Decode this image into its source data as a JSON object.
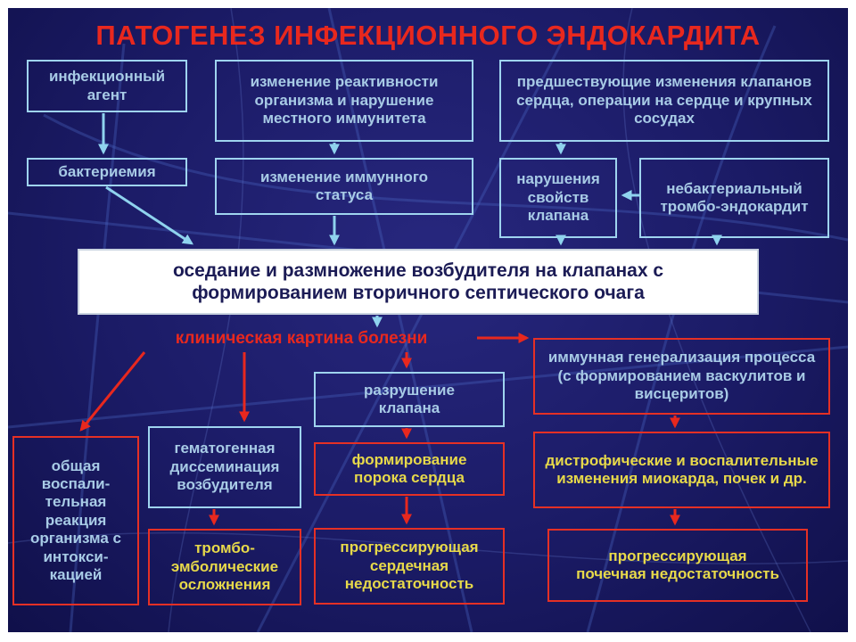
{
  "title": "ПАТОГЕНЕЗ ИНФЕКЦИОННОГО ЭНДОКАРДИТА",
  "boxes": {
    "infectious_agent": "инфекционный агент",
    "reactivity_change": "изменение реактивности организма и нарушение местного иммунитета",
    "prior_valve_changes": "предшествующие изменения клапанов сердца, операции на сердце и крупных сосудах",
    "bacteremia": "бактериемия",
    "immune_status": "изменение иммунного статуса",
    "valve_disorder": "нарушения свойств клапана",
    "nonbacterial": "небактериальный тромбо-эндокардит",
    "main": "оседание и размножение возбудителя на клапанах с формированием вторичного септического очага",
    "immune_generalization": "иммунная генерализация процесса (с формированием васкулитов и висцеритов)",
    "valve_destruction": "разрушение клапана",
    "general_reaction": "общая воспали-тельная реакция организма с интокси-кацией",
    "hematogenous": "гематогенная диссеминация возбудителя",
    "heart_defect": "формирование порока сердца",
    "dystrophic": "дистрофические и воспалительные изменения миокарда, почек и др.",
    "thromboembolic": "тромбо-эмболические осложнения",
    "heart_failure": "прогрессирующая сердечная недостаточность",
    "renal_failure": "прогрессирующая почечная недостаточность"
  },
  "clinical_label": "клиническая картина болезни",
  "colors": {
    "background": "#1b1b66",
    "title_red": "#e8281e",
    "arrow_blue": "#8fd3ee",
    "arrow_red": "#e8281e",
    "text_blue": "#a8cbe6",
    "text_yellow": "#e7d94a",
    "main_text": "#1b1b55"
  }
}
